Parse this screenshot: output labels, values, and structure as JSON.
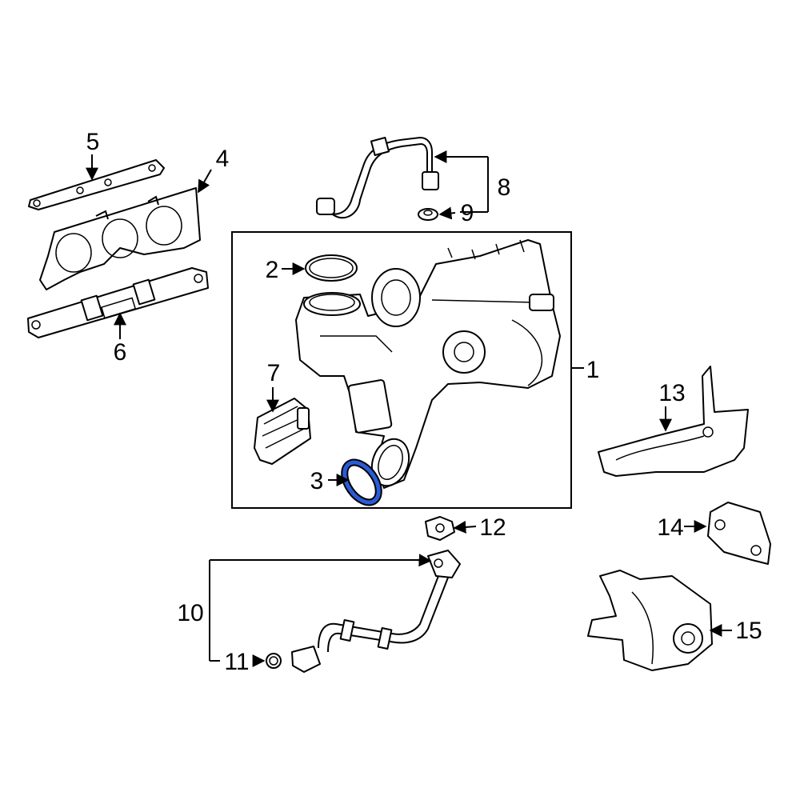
{
  "diagram": {
    "highlight_color": "#2a5bd7",
    "highlighted_part": "3",
    "callouts": {
      "c1": "1",
      "c2": "2",
      "c3": "3",
      "c4": "4",
      "c5": "5",
      "c6": "6",
      "c7": "7",
      "c8": "8",
      "c9": "9",
      "c10": "10",
      "c11": "11",
      "c12": "12",
      "c13": "13",
      "c14": "14",
      "c15": "15"
    }
  }
}
